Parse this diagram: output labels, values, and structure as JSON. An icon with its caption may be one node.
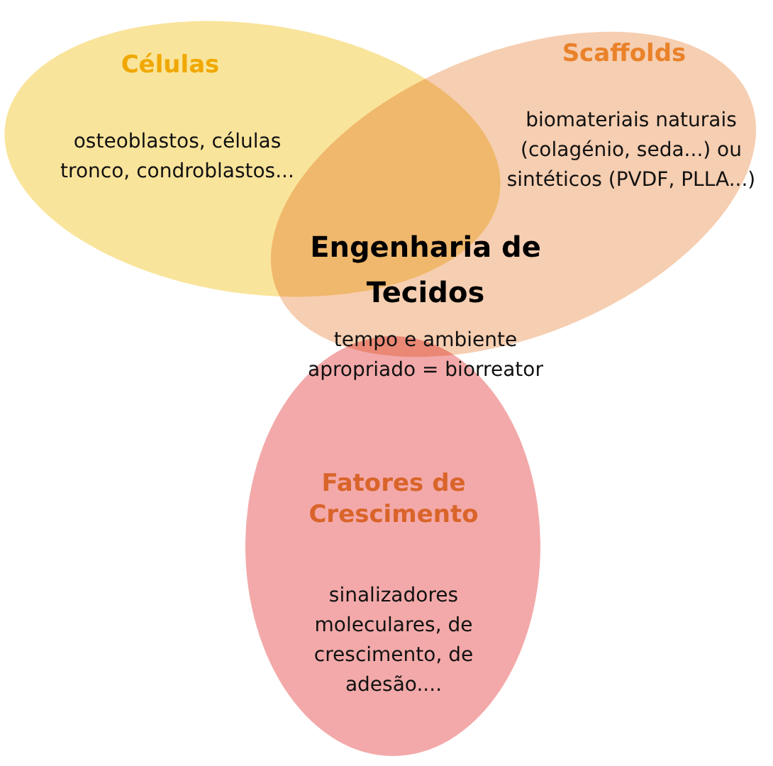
{
  "diagram": {
    "nodes": [
      {
        "text": [
          "Células",
          "osteoblastos, células tronco, condroblastos..."
        ]
      },
      {
        "text": [
          "Scaffolds",
          "biomateriais naturais (colagénio, seda...) ou sintéticos (PVDF, PLLA...)"
        ]
      },
      {
        "text": [
          "Fatores de Crescimento",
          "sinalizadores moleculares, de crescimento, de adesão...."
        ]
      },
      {
        "text": [
          "Engenharia de Tecidos",
          "tempo e ambiente apropriado = biorreator"
        ]
      }
    ]
  }
}
